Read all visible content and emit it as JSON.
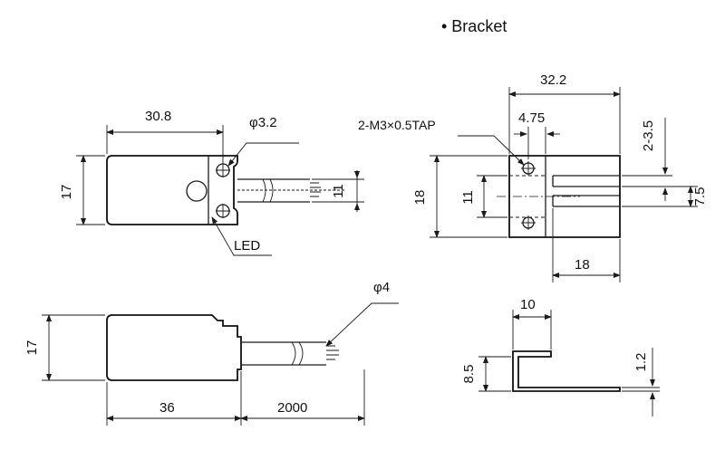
{
  "bracket_title": "• Bracket",
  "top_view": {
    "width_label": "30.8",
    "height_label": "17",
    "hole_label": "φ3.2",
    "cable_height_label": "11",
    "led_label": "LED"
  },
  "side_view": {
    "height_label": "17",
    "body_length_label": "36",
    "cable_length_label": "2000",
    "cable_dia_label": "φ4"
  },
  "bracket_top": {
    "width_label": "32.2",
    "hole_spacing_label": "4.75",
    "tap_label": "2-M3×0.5TAP",
    "slot_label": "2-3.5",
    "height_label": "18",
    "inner_height_label": "11",
    "slot_height_label": "7.5",
    "bottom_width_label": "18"
  },
  "bracket_side": {
    "width_label": "10",
    "height_label": "8.5",
    "thickness_label": "1.2"
  }
}
